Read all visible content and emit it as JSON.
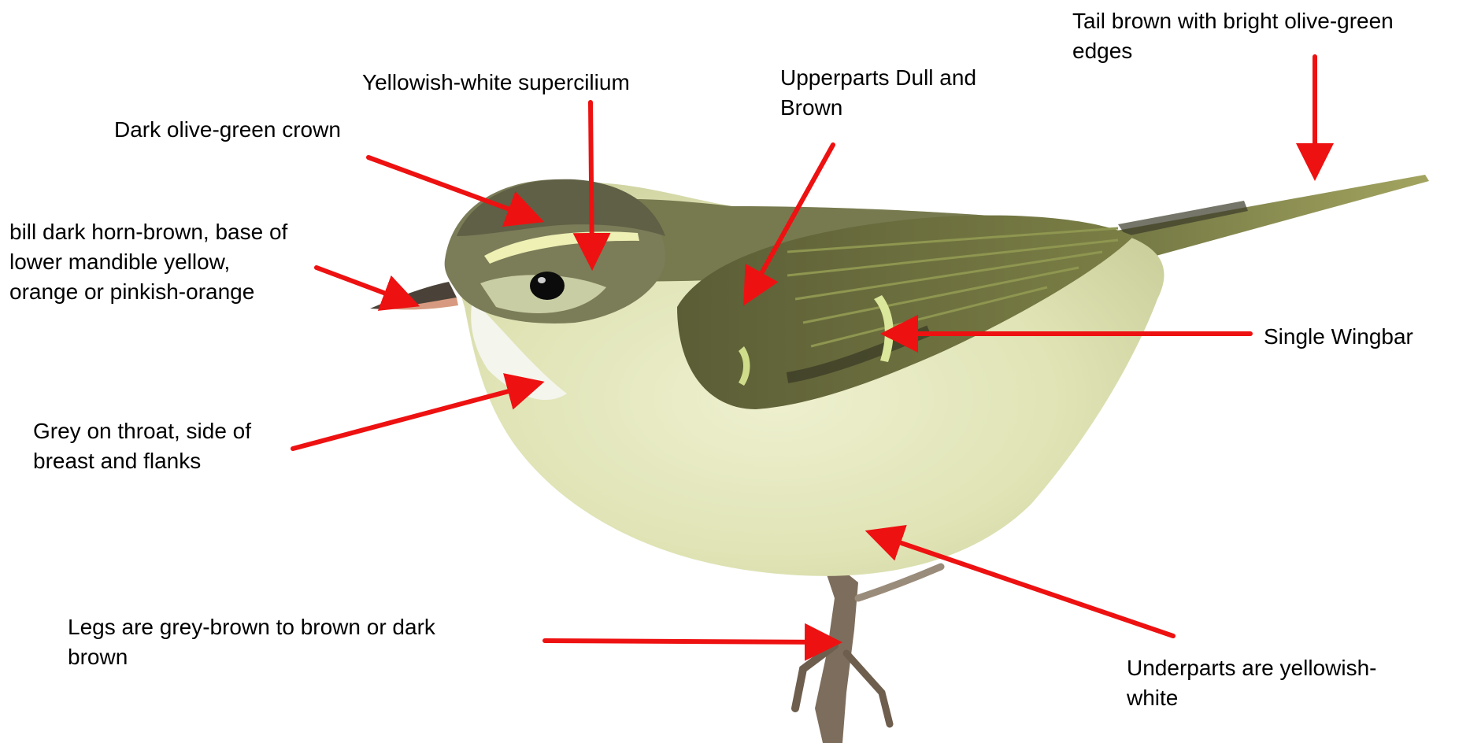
{
  "diagram": {
    "colors": {
      "arrow": "#ee1111",
      "crown": "#6f7050",
      "mantle": "#76794f",
      "wing": "#5f6138",
      "wing_edge": "#8e9650",
      "wingbar": "#d9e59a",
      "underparts": "#e8ebc9",
      "throat": "#f3f4ea",
      "supercilium": "#eef0b6",
      "bill": "#4a4238",
      "eye": "#0b0b0b",
      "legs": "#7a6a5a",
      "tail": "#8d8f52"
    },
    "labels": {
      "tail": "Tail brown with bright olive-green\nedges",
      "supercilium": "Yellowish-white supercilium",
      "upperparts": "Upperparts  Dull and\nBrown",
      "crown": "Dark olive-green crown",
      "bill": "bill dark horn-brown, base of\nlower mandible yellow,\norange or pinkish-orange",
      "wingbar": "Single Wingbar",
      "throat": "Grey on throat, side of\nbreast and flanks",
      "legs": "Legs are grey-brown to brown or dark\nbrown",
      "underparts": "Underparts are yellowish-\nwhite"
    }
  }
}
